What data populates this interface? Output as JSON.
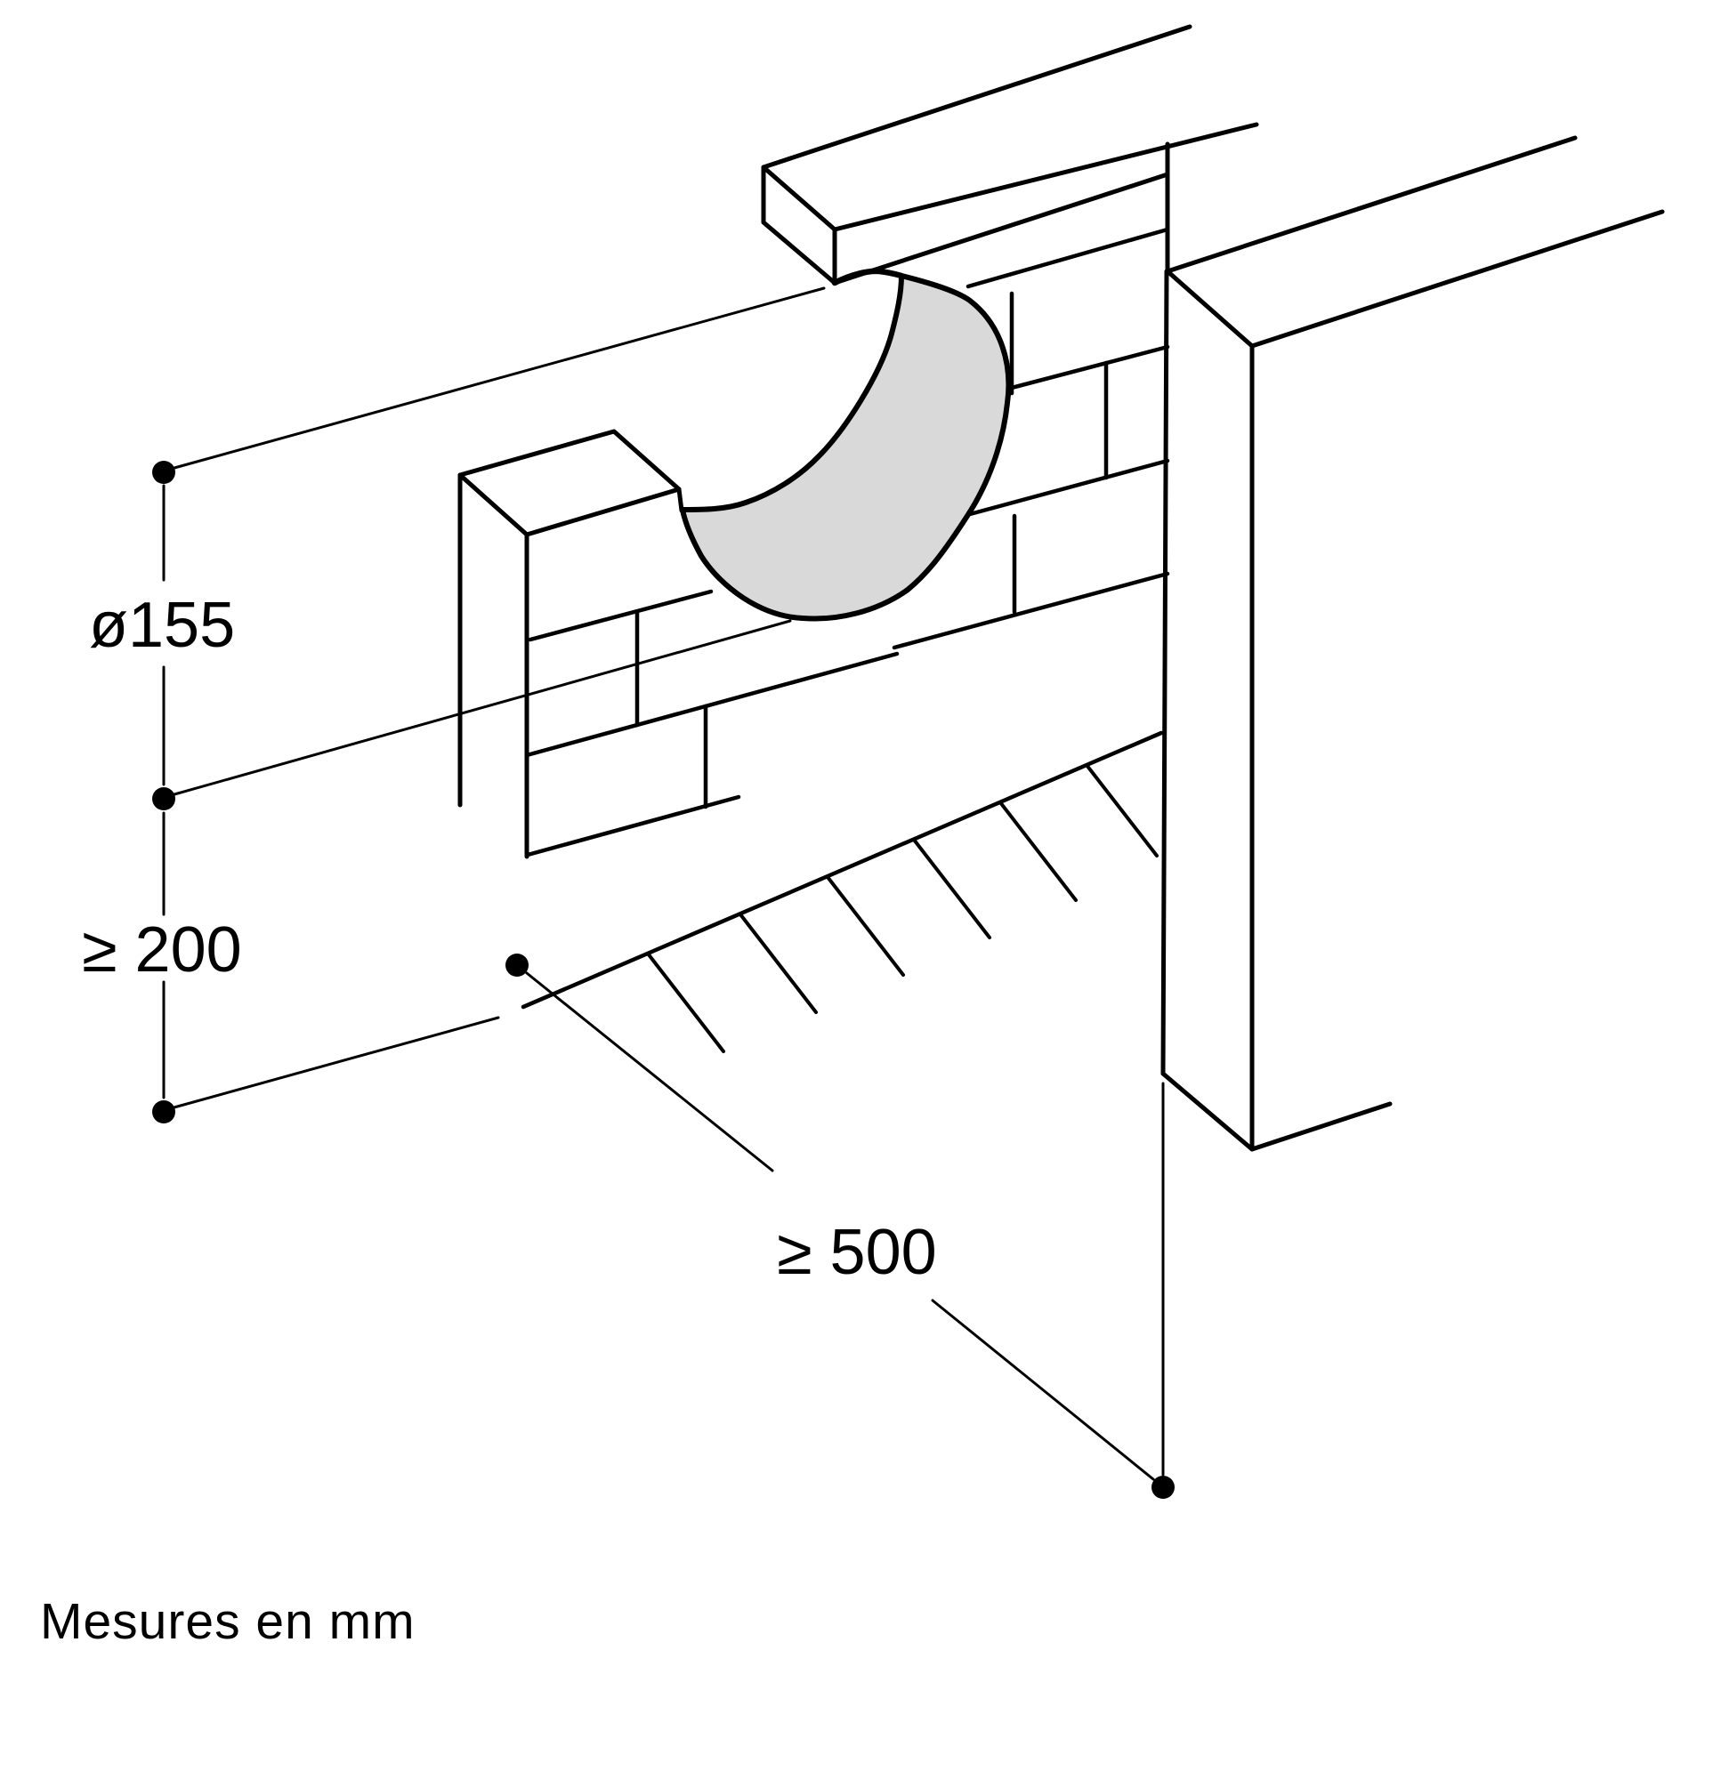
{
  "diagram": {
    "title": "wall-duct-installation-drawing",
    "labels": {
      "diameter": "ø155",
      "min_height": "≥ 200",
      "min_distance": "≥ 500",
      "units_note": "Mesures en mm"
    },
    "colors": {
      "line": "#000000",
      "opening_fill": "#d9d9d9",
      "background": "#ffffff"
    }
  }
}
